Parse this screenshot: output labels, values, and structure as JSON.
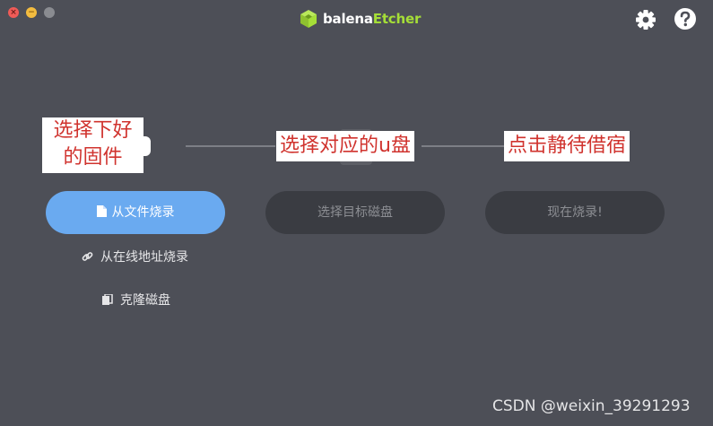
{
  "window": {
    "brand_part1": "balena",
    "brand_part2": "Etcher",
    "close_glyph": "×",
    "minimize_glyph": "−"
  },
  "steps": {
    "select_image": {
      "button_label": "从文件烧录",
      "url_link_label": "从在线地址烧录",
      "clone_link_label": "克隆磁盘"
    },
    "select_target": {
      "button_label": "选择目标磁盘"
    },
    "flash": {
      "button_label": "现在烧录!"
    }
  },
  "annotations": {
    "step1_line1": "选择下好",
    "step1_line2": "的固件",
    "step2": "选择对应的u盘",
    "step3": "点击静待借宿"
  },
  "watermark": "CSDN @weixin_39291293",
  "colors": {
    "background": "#4d4f57",
    "primary_button": "#6aaaf0",
    "disabled_button": "#3a3c42",
    "brand_accent": "#a5de37",
    "annotation_text": "#d0332e"
  },
  "icons": [
    "close-icon",
    "minimize-icon",
    "maximize-icon",
    "balena-cube-icon",
    "gear-icon",
    "help-icon",
    "file-icon",
    "link-icon",
    "clone-icon"
  ]
}
